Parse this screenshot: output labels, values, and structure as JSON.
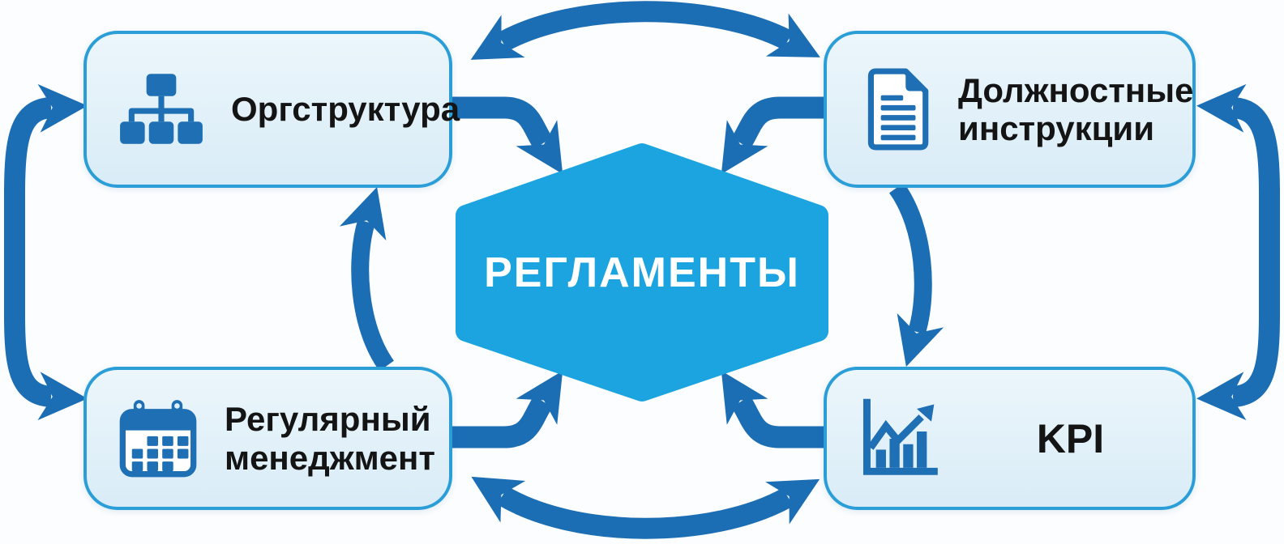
{
  "diagram": {
    "center": {
      "label": "РЕГЛАМЕНТЫ",
      "shape": "hexagon"
    },
    "nodes": [
      {
        "id": "orgstructure",
        "label": "Оргструктура",
        "icon": "org-chart-icon",
        "position": "top-left"
      },
      {
        "id": "job-descriptions",
        "label": "Должностные инструкции",
        "icon": "document-icon",
        "position": "top-right"
      },
      {
        "id": "regular-management",
        "label": "Регулярный менеджмент",
        "icon": "calendar-icon",
        "position": "bottom-left"
      },
      {
        "id": "kpi",
        "label": "KPI",
        "icon": "bar-chart-icon",
        "position": "bottom-right"
      }
    ],
    "edges": [
      {
        "from": "orgstructure",
        "to": "job-descriptions",
        "bidirectional": true,
        "route": "top-arc"
      },
      {
        "from": "regular-management",
        "to": "kpi",
        "bidirectional": true,
        "route": "bottom-arc"
      },
      {
        "from": "orgstructure",
        "to": "regular-management",
        "bidirectional": true,
        "route": "left-bracket"
      },
      {
        "from": "job-descriptions",
        "to": "kpi",
        "bidirectional": true,
        "route": "right-bracket"
      },
      {
        "from": "orgstructure",
        "to": "center",
        "bidirectional": false,
        "route": "elbow"
      },
      {
        "from": "job-descriptions",
        "to": "center",
        "bidirectional": false,
        "route": "elbow"
      },
      {
        "from": "regular-management",
        "to": "center",
        "bidirectional": false,
        "route": "elbow"
      },
      {
        "from": "kpi",
        "to": "center",
        "bidirectional": false,
        "route": "elbow"
      },
      {
        "from": "regular-management",
        "to": "orgstructure",
        "bidirectional": false,
        "route": "inner-vertical"
      },
      {
        "from": "job-descriptions",
        "to": "kpi",
        "bidirectional": false,
        "route": "inner-vertical"
      }
    ],
    "colors": {
      "background": "#fcfdfe",
      "arrow": "#1b6db4",
      "icon": "#1e6fb3",
      "hexagon": "#1ba4e0",
      "box_border": "#2b9ed8",
      "box_fill_top": "#ecf6fb",
      "box_fill_bottom": "#d9ecf7",
      "label_text": "#141414",
      "center_text": "#ffffff"
    }
  }
}
